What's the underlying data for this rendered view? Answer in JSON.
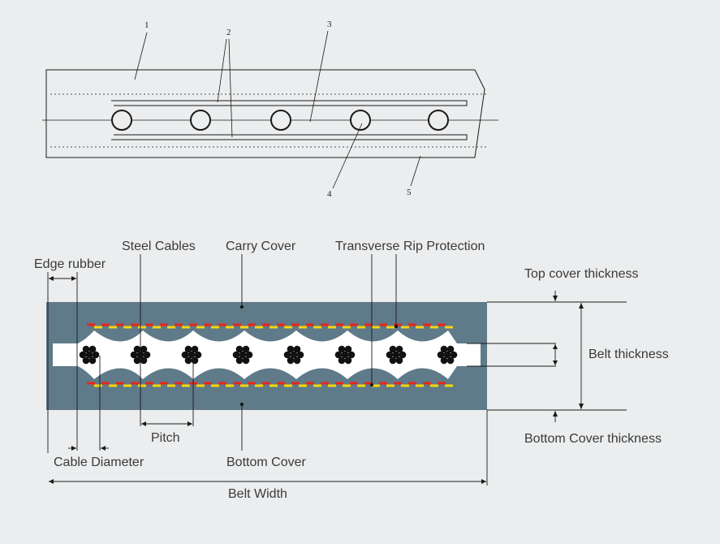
{
  "top_diagram": {
    "callouts": [
      "1",
      "2",
      "3",
      "4",
      "5"
    ]
  },
  "bottom_diagram": {
    "labels": {
      "edge_rubber": "Edge rubber",
      "steel_cables": "Steel Cables",
      "carry_cover": "Carry Cover",
      "transverse_rip": "Transverse Rip Protection",
      "top_cover_thickness": "Top cover thickness",
      "belt_thickness": "Belt thickness",
      "bottom_cover_thickness": "Bottom Cover thickness",
      "pitch": "Pitch",
      "cable_diameter": "Cable Diameter",
      "bottom_cover": "Bottom Cover",
      "belt_width": "Belt Width"
    },
    "cable_count": 8,
    "colors": {
      "background": "#ecedee",
      "belt_cover": "#5f7a89",
      "carcass": "#ffffff",
      "cable": "#111111",
      "rip_dash_red": "#e8261c",
      "rip_dash_yellow": "#f5d60a"
    }
  }
}
